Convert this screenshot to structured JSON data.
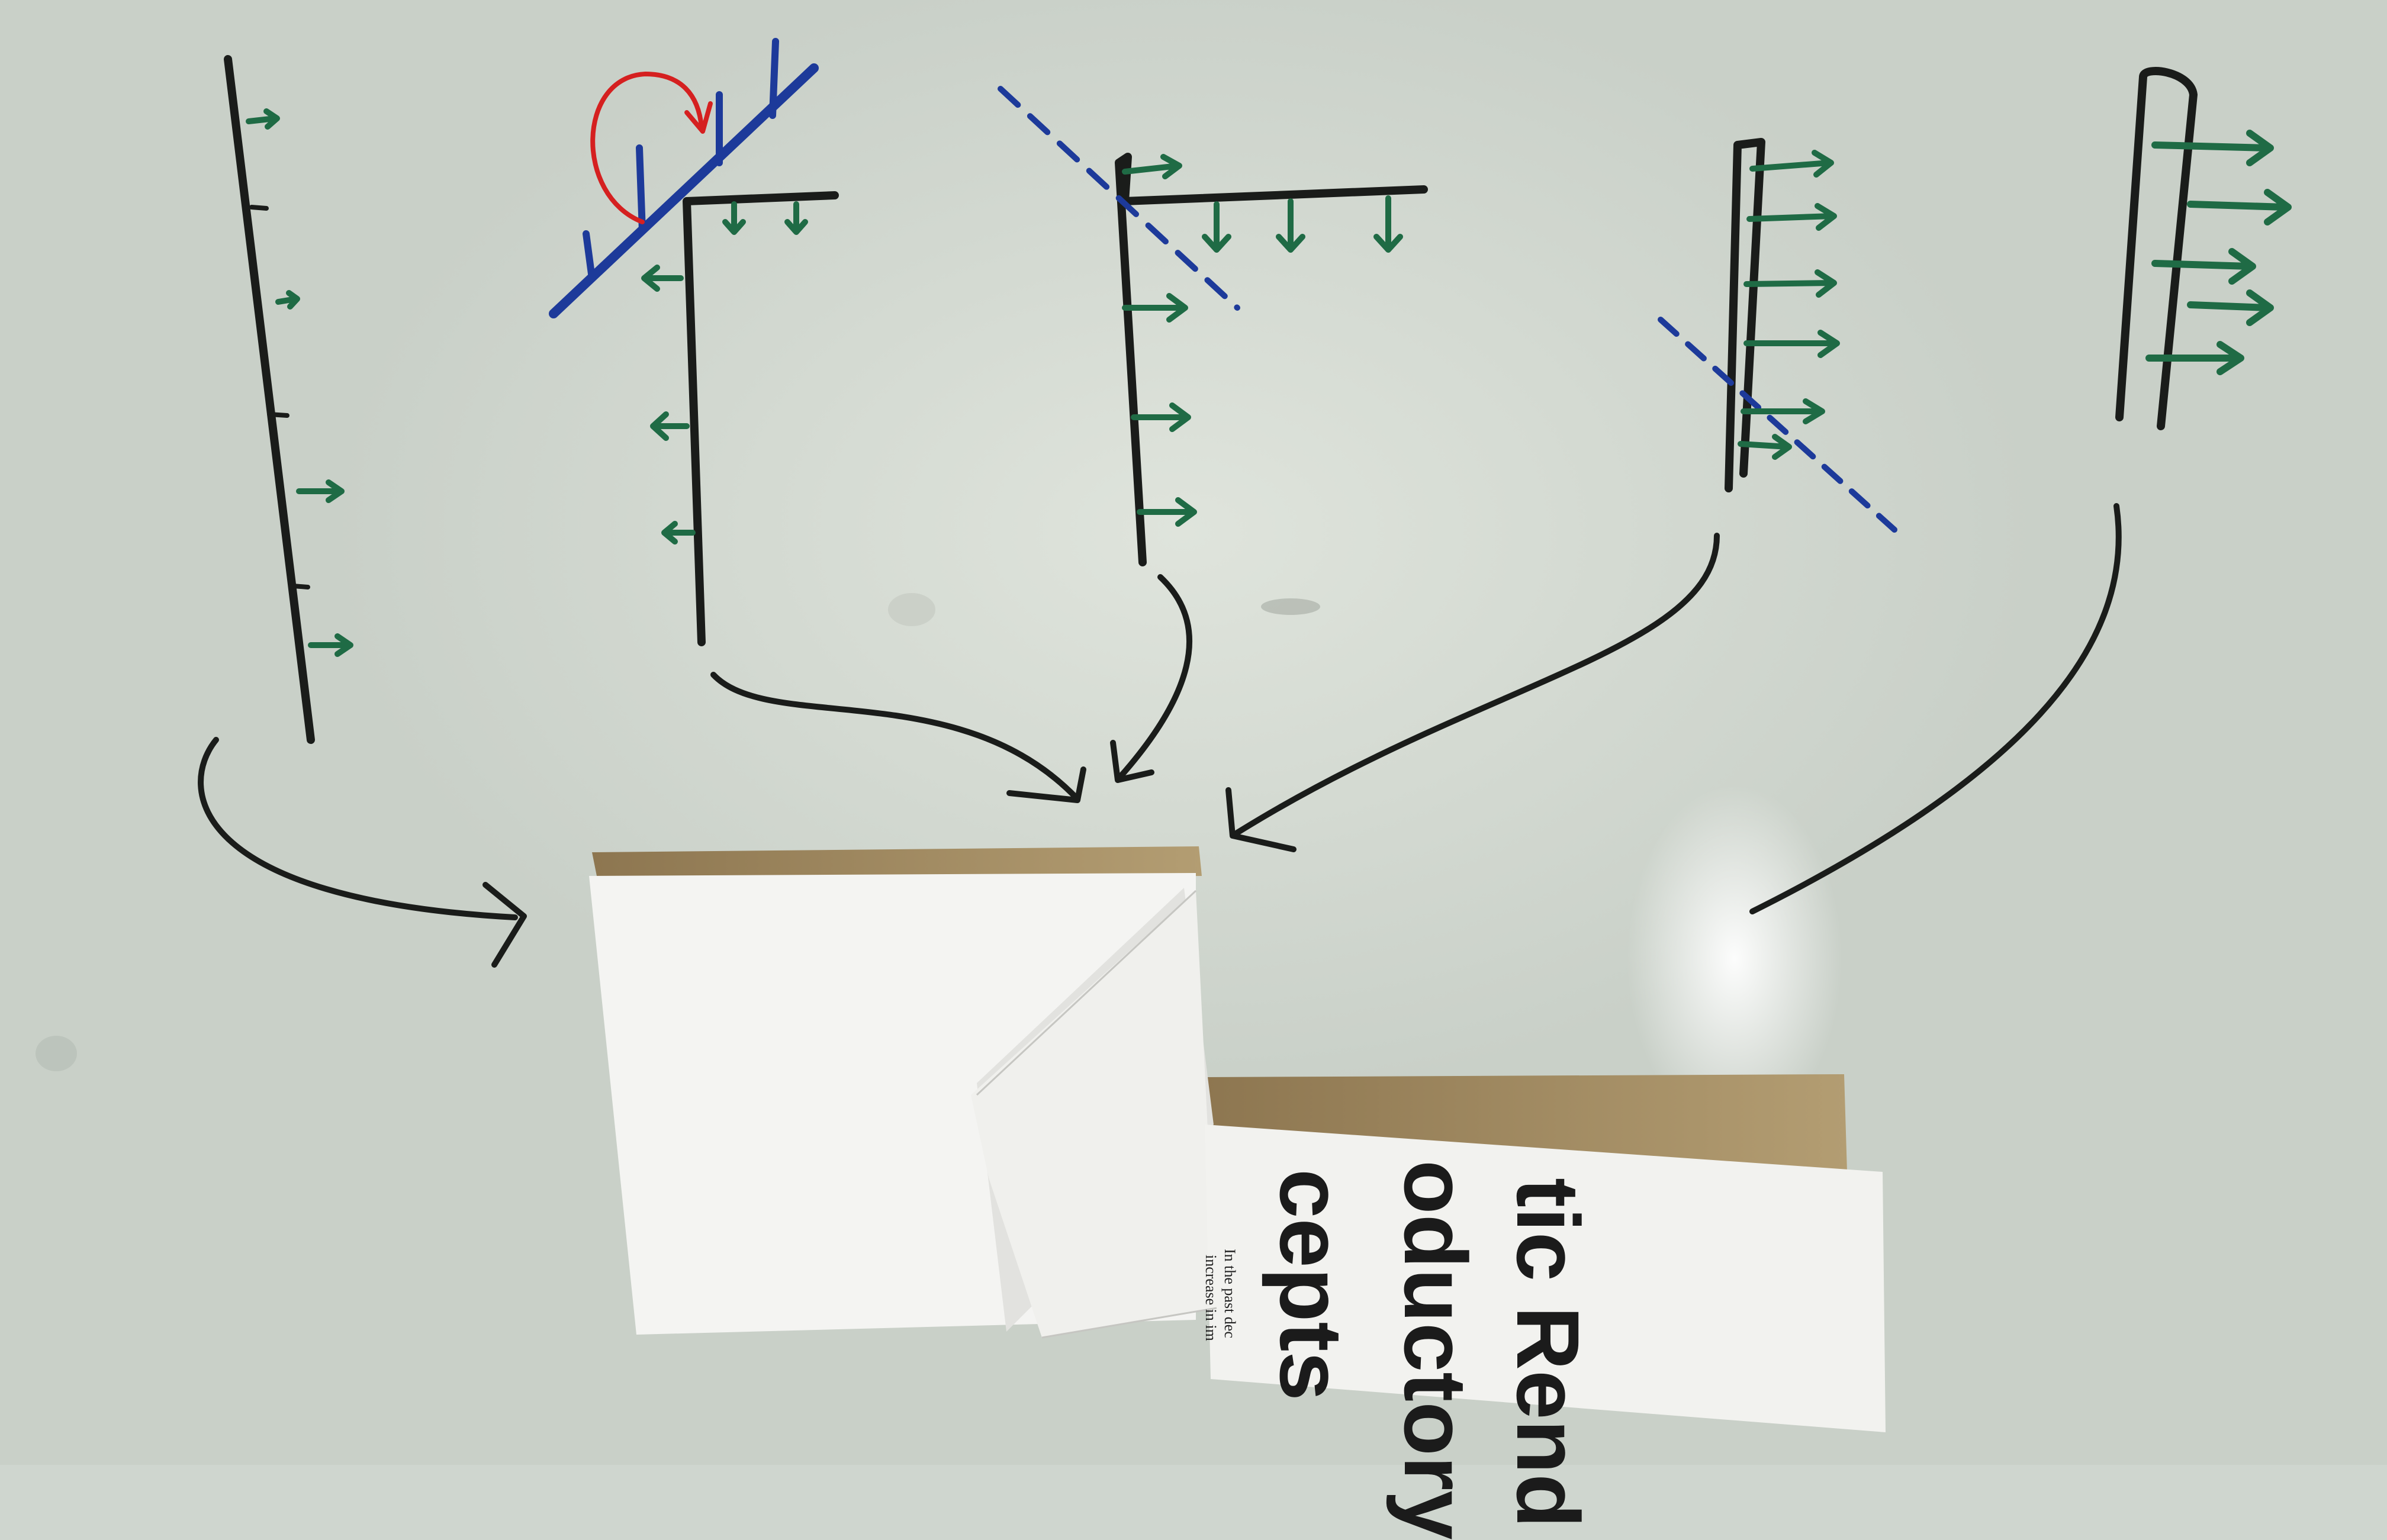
{
  "colors": {
    "board": "#d7ddd5",
    "black_marker": "#1a1c1a",
    "green_marker": "#1f6b45",
    "blue_marker": "#1d3a9a",
    "red_marker": "#d52020",
    "paper": "#f4f4f2",
    "cardboard": "#9a8258"
  },
  "paper_text": {
    "heading_line_1": "tic Rend",
    "heading_line_2": "oductory",
    "heading_line_3": "cepts",
    "body_line_1": "In the past dec",
    "body_line_2": "increase in im"
  }
}
